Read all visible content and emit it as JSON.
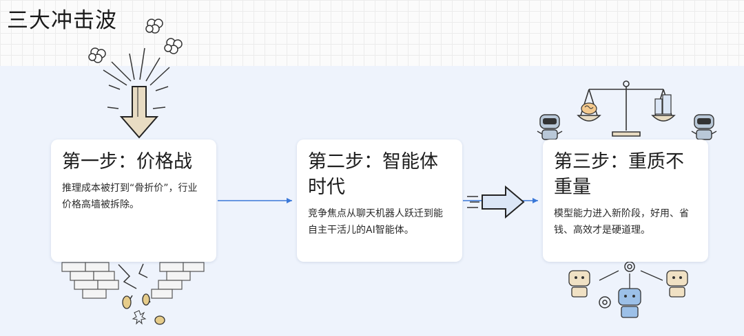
{
  "page": {
    "title": "三大冲击波"
  },
  "steps": [
    {
      "heading": "第一步：价格战",
      "body": "推理成本被打到“骨折价”，行业价格高墙被拆除。"
    },
    {
      "heading": "第二步：智能体时代",
      "body": "竞争焦点从聊天机器人跃迁到能自主干活儿的AI智能体。"
    },
    {
      "heading": "第三步：重质不重量",
      "body": "模型能力进入新阶段，好用、省钱、高效才是硬道理。"
    }
  ],
  "colors": {
    "accent_blue": "#3a78d8",
    "band_blue": "#eef3fc"
  },
  "icons": [
    "falling-arrow-icon",
    "popcorn-icon",
    "broken-wall-icon",
    "coins-icon",
    "speed-arrow-icon",
    "balance-scale-icon",
    "brain-icon",
    "data-stack-icon",
    "robot-icon",
    "gear-icon"
  ]
}
